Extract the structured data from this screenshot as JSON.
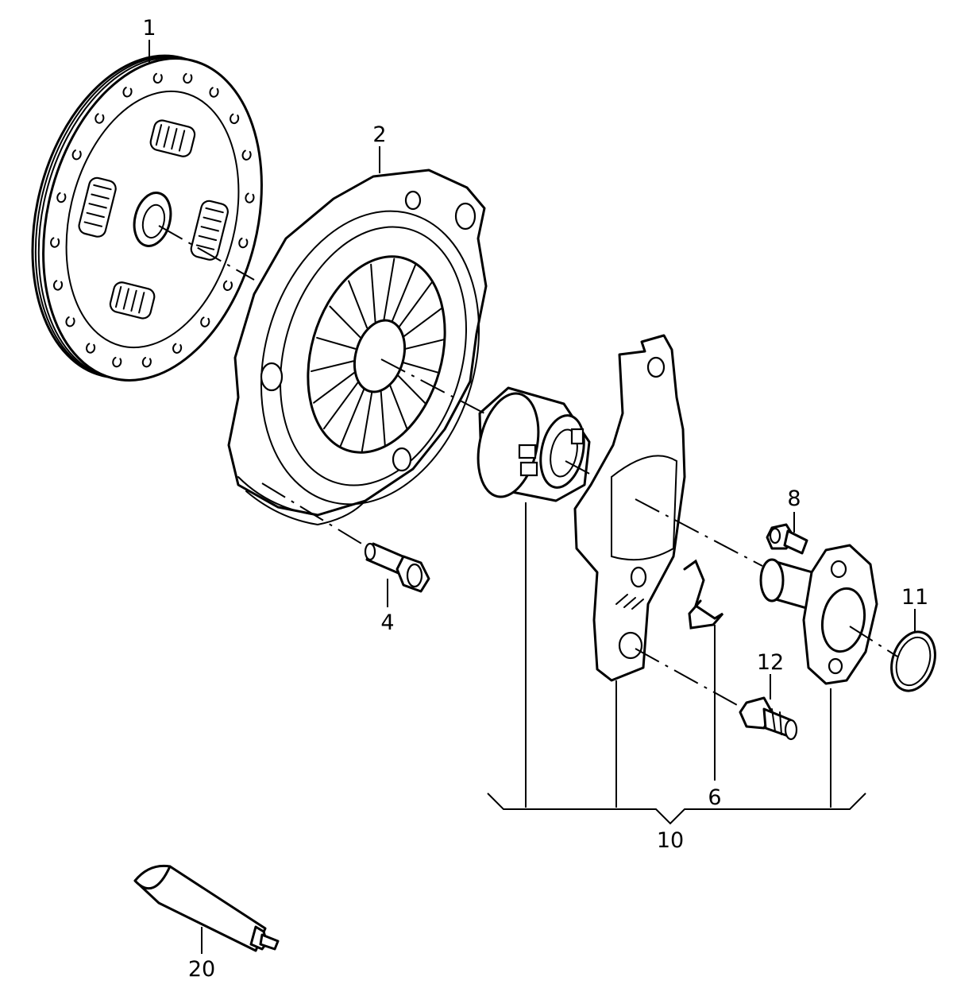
{
  "labels": [
    {
      "id": "1",
      "text": "1"
    },
    {
      "id": "2",
      "text": "2"
    },
    {
      "id": "4",
      "text": "4"
    },
    {
      "id": "6",
      "text": "6"
    },
    {
      "id": "8",
      "text": "8"
    },
    {
      "id": "10",
      "text": "10"
    },
    {
      "id": "11",
      "text": "11"
    },
    {
      "id": "12",
      "text": "12"
    },
    {
      "id": "20",
      "text": "20"
    }
  ],
  "colors": {
    "line": "#000000",
    "background": "#ffffff"
  }
}
